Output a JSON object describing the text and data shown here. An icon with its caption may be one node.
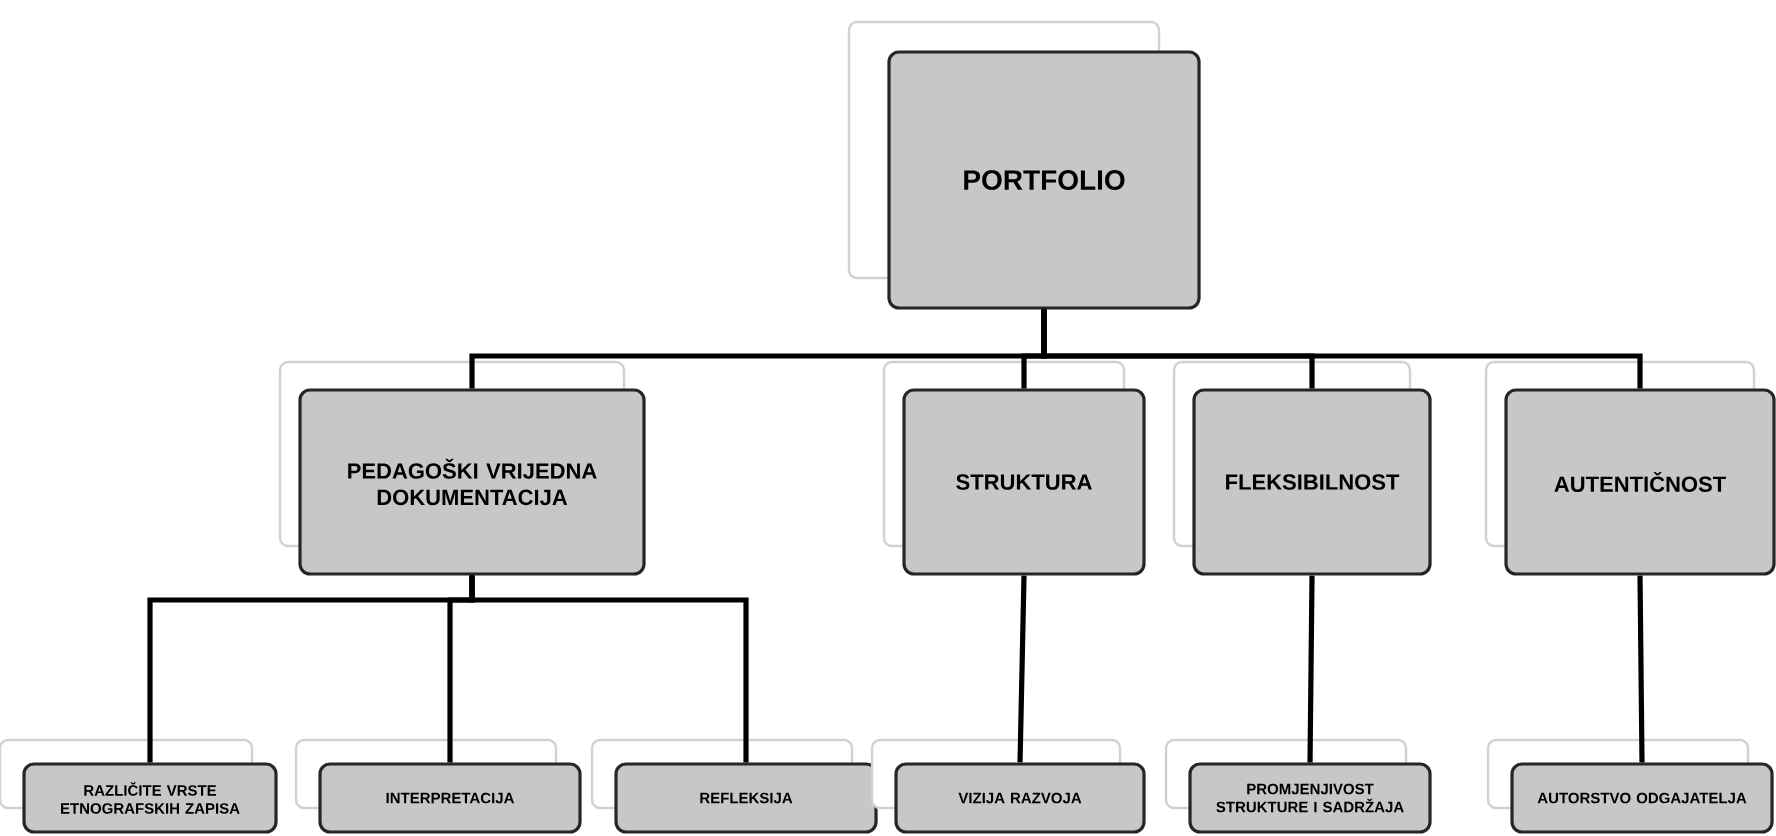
{
  "diagram": {
    "nodes": [
      {
        "text": [
          "PORTFOLIO"
        ]
      },
      {
        "text": [
          "PEDAGOŠKI VRIJEDNA DOKUMENTACIJA"
        ]
      },
      {
        "text": [
          "STRUKTURA"
        ]
      },
      {
        "text": [
          "FLEKSIBILNOST"
        ]
      },
      {
        "text": [
          "AUTENTIČNOST"
        ]
      },
      {
        "text": [
          "RAZLIČITE VRSTE ETNOGRAFSKIH ZAPISA"
        ]
      },
      {
        "text": [
          "INTERPRETACIJA"
        ]
      },
      {
        "text": [
          "REFLEKSIJA"
        ]
      },
      {
        "text": [
          "VIZIJA RAZVOJA"
        ]
      },
      {
        "text": [
          "PROMJENJIVOST STRUKTURE I SADRŽAJA"
        ]
      },
      {
        "text": [
          "AUTORSTVO ODGAJATELJA"
        ]
      }
    ],
    "edges": [
      {
        "from": 0,
        "to": 1,
        "arrow": "none"
      },
      {
        "from": 0,
        "to": 2,
        "arrow": "none"
      },
      {
        "from": 0,
        "to": 3,
        "arrow": "none"
      },
      {
        "from": 0,
        "to": 4,
        "arrow": "none"
      },
      {
        "from": 1,
        "to": 5,
        "arrow": "none"
      },
      {
        "from": 1,
        "to": 6,
        "arrow": "none"
      },
      {
        "from": 1,
        "to": 7,
        "arrow": "none"
      },
      {
        "from": 2,
        "to": 8,
        "arrow": "none"
      },
      {
        "from": 3,
        "to": 9,
        "arrow": "none"
      },
      {
        "from": 4,
        "to": 10,
        "arrow": "none"
      }
    ]
  }
}
